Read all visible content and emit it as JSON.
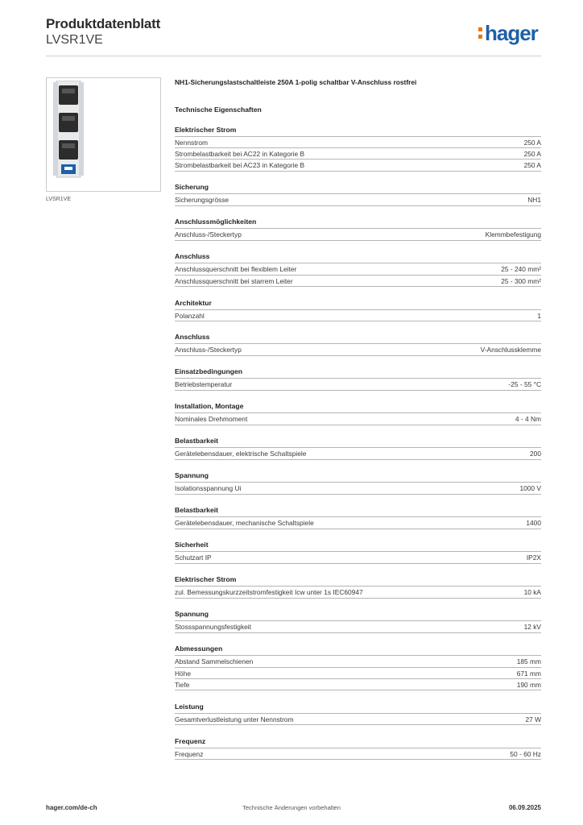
{
  "header": {
    "title": "Produktdatenblatt",
    "subtitle": "LVSR1VE",
    "logo_text": "hager",
    "logo_color": "#1f5fa8",
    "logo_accent": "#e8761b"
  },
  "product": {
    "image_caption": "LVSR1VE",
    "description": "NH1-Sicherungslastschaltleiste 250A 1-polig schaltbar V-Anschluss rostfrei",
    "section_heading": "Technische Eigenschaften"
  },
  "sections": [
    {
      "title": "Elektrischer Strom",
      "rows": [
        {
          "label": "Nennstrom",
          "value": "250 A"
        },
        {
          "label": "Strombelastbarkeit bei AC22 in Kategorie B",
          "value": "250 A"
        },
        {
          "label": "Strombelastbarkeit bei AC23 in Kategorie B",
          "value": "250 A"
        }
      ]
    },
    {
      "title": "Sicherung",
      "rows": [
        {
          "label": "Sicherungsgrösse",
          "value": "NH1"
        }
      ]
    },
    {
      "title": "Anschlussmöglichkeiten",
      "rows": [
        {
          "label": "Anschluss-/Steckertyp",
          "value": "Klemmbefestigung"
        }
      ]
    },
    {
      "title": "Anschluss",
      "rows": [
        {
          "label": "Anschlussquerschnitt bei flexiblem Leiter",
          "value": "25 - 240 mm²"
        },
        {
          "label": "Anschlussquerschnitt bei starrem Leiter",
          "value": "25 - 300 mm²"
        }
      ]
    },
    {
      "title": "Architektur",
      "rows": [
        {
          "label": "Polanzahl",
          "value": "1"
        }
      ]
    },
    {
      "title": "Anschluss",
      "rows": [
        {
          "label": "Anschluss-/Steckertyp",
          "value": "V-Anschlussklemme"
        }
      ]
    },
    {
      "title": "Einsatzbedingungen",
      "rows": [
        {
          "label": "Betriebstemperatur",
          "value": "-25 - 55 °C"
        }
      ]
    },
    {
      "title": "Installation, Montage",
      "rows": [
        {
          "label": "Nominales Drehmoment",
          "value": "4 - 4 Nm"
        }
      ]
    },
    {
      "title": "Belastbarkeit",
      "rows": [
        {
          "label": "Gerätelebensdauer, elektrische Schaltspiele",
          "value": "200"
        }
      ]
    },
    {
      "title": "Spannung",
      "rows": [
        {
          "label": "Isolationsspannung Ui",
          "value": "1000 V"
        }
      ]
    },
    {
      "title": "Belastbarkeit",
      "rows": [
        {
          "label": "Gerätelebensdauer, mechanische Schaltspiele",
          "value": "1400"
        }
      ]
    },
    {
      "title": "Sicherheit",
      "rows": [
        {
          "label": "Schutzart IP",
          "value": "IP2X"
        }
      ]
    },
    {
      "title": "Elektrischer Strom",
      "rows": [
        {
          "label": "zul. Bemessungskurzzeitstromfestigkeit Icw unter 1s IEC60947",
          "value": "10 kA"
        }
      ]
    },
    {
      "title": "Spannung",
      "rows": [
        {
          "label": "Stossspannungsfestigkeit",
          "value": "12 kV"
        }
      ]
    },
    {
      "title": "Abmessungen",
      "rows": [
        {
          "label": "Abstand Sammelschienen",
          "value": "185 mm"
        },
        {
          "label": "Höhe",
          "value": "671 mm"
        },
        {
          "label": "Tiefe",
          "value": "190 mm"
        }
      ]
    },
    {
      "title": "Leistung",
      "rows": [
        {
          "label": "Gesamtverlustleistung unter Nennstrom",
          "value": "27 W"
        }
      ]
    },
    {
      "title": "Frequenz",
      "rows": [
        {
          "label": "Frequenz",
          "value": "50 - 60 Hz"
        }
      ]
    }
  ],
  "footer": {
    "left": "hager.com/de-ch",
    "center": "Technische Änderungen vorbehalten",
    "right": "06.09.2025"
  }
}
